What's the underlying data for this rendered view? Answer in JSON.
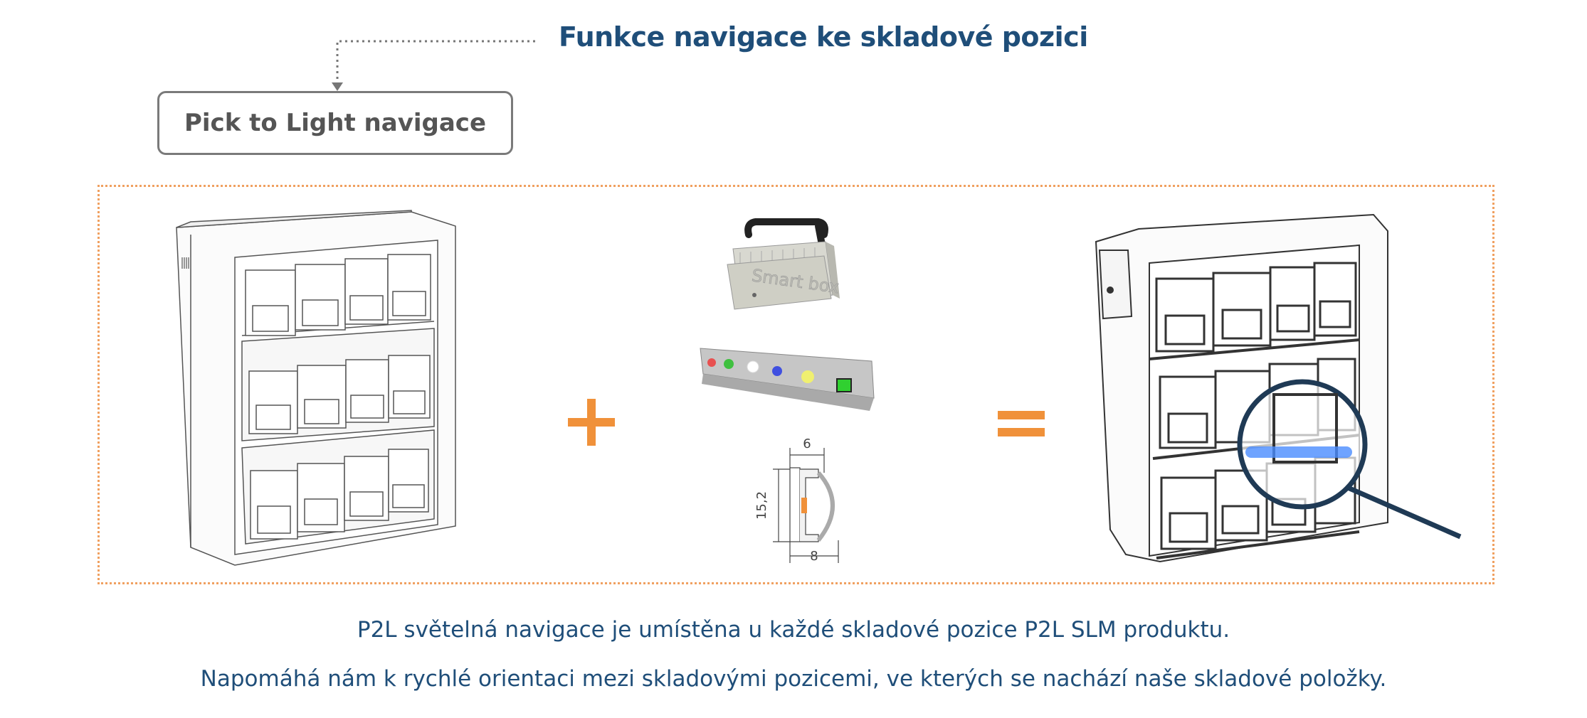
{
  "header": {
    "title": "Funkce navigace ke skladové pozici",
    "nav_box_label": "Pick to Light navigace"
  },
  "diagram": {
    "smartbox_label": "Smart box",
    "profile_dimensions": {
      "top": "6",
      "height": "15,2",
      "bottom": "8"
    },
    "led_colors": [
      "#e85050",
      "#40c040",
      "#ffffff",
      "#4050e0",
      "#f0f070",
      "#30d030"
    ]
  },
  "captions": {
    "line1": "P2L světelná navigace je umístěna u každé skladové pozice P2L SLM produktu.",
    "line2": "Napomáhá nám k rychlé orientaci mezi skladovými pozicemi, ve kterých se nachází naše skladové položky."
  },
  "colors": {
    "title": "#1f4e79",
    "accent": "#f0913a",
    "frame": "#f0a060",
    "box_border": "#7a7a7a",
    "lens": "#1f3a55",
    "led_glow": "#4a8cff"
  }
}
